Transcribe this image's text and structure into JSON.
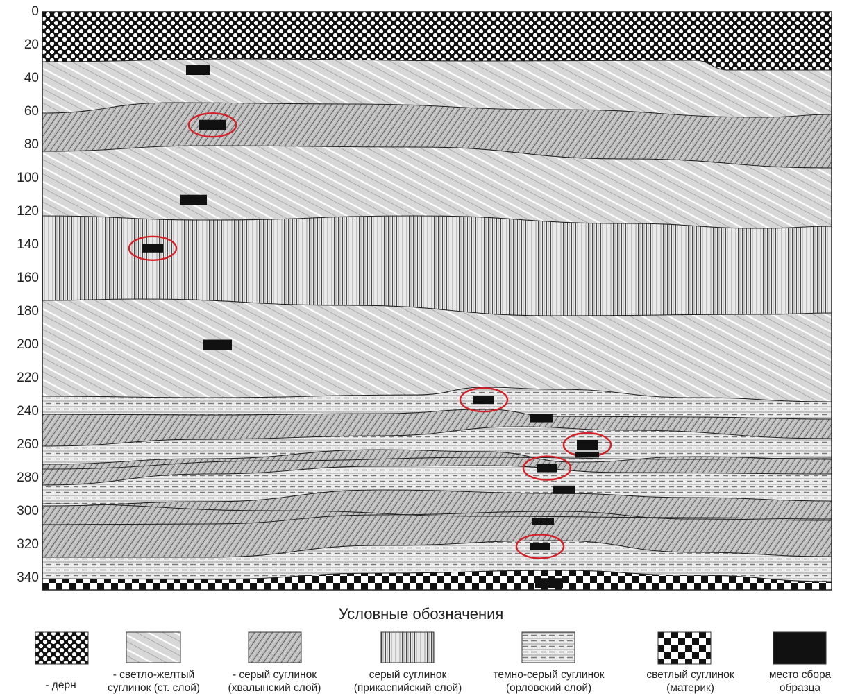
{
  "depth_axis": {
    "ticks": [
      "0",
      "20",
      "40",
      "60",
      "80",
      "100",
      "120",
      "140",
      "160",
      "180",
      "200",
      "220",
      "240",
      "260",
      "280",
      "300",
      "320",
      "340"
    ]
  },
  "layers": [
    {
      "pattern": "dots"
    },
    {
      "pattern": "light-yellow"
    },
    {
      "pattern": "gray-hvalyn"
    },
    {
      "pattern": "light-yellow"
    },
    {
      "pattern": "vertical"
    },
    {
      "pattern": "light-yellow"
    },
    {
      "pattern": "dark-gray"
    },
    {
      "pattern": "gray-hvalyn"
    },
    {
      "pattern": "dark-gray"
    },
    {
      "pattern": "gray-hvalyn"
    },
    {
      "pattern": "dark-gray"
    },
    {
      "pattern": "gray-hvalyn"
    },
    {
      "pattern": "dark-gray"
    },
    {
      "pattern": "checker"
    }
  ],
  "samples": [
    {
      "depth": 35,
      "circled": false
    },
    {
      "depth": 68,
      "circled": true
    },
    {
      "depth": 113,
      "circled": false
    },
    {
      "depth": 142,
      "circled": true
    },
    {
      "depth": 200,
      "circled": false
    },
    {
      "depth": 233,
      "circled": true
    },
    {
      "depth": 244,
      "circled": false
    },
    {
      "depth": 260,
      "circled": true
    },
    {
      "depth": 266,
      "circled": false
    },
    {
      "depth": 274,
      "circled": true
    },
    {
      "depth": 287,
      "circled": false
    },
    {
      "depth": 306,
      "circled": false
    },
    {
      "depth": 321,
      "circled": true
    },
    {
      "depth": 343,
      "circled": false
    }
  ],
  "legend": {
    "title": "Условные обозначения",
    "items": [
      {
        "pattern": "dots",
        "line1": "- дерн",
        "line2": ""
      },
      {
        "pattern": "light-yellow",
        "line1": "- светло-желтый",
        "line2": "суглинок (ст. слой)"
      },
      {
        "pattern": "gray-hvalyn",
        "line1": "- серый суглинок",
        "line2": "(хвалынский слой)"
      },
      {
        "pattern": "vertical",
        "line1": "серый суглинок",
        "line2": "(прикаспийский слой)"
      },
      {
        "pattern": "dark-gray",
        "line1": "темно-серый суглинок",
        "line2": "(орловский слой)"
      },
      {
        "pattern": "checker",
        "line1": "светлый суглинок",
        "line2": "(материк)"
      },
      {
        "pattern": "solid",
        "line1": "место сбора",
        "line2": "образца"
      }
    ]
  },
  "colors": {
    "sample": "#111111",
    "circle": "#d42027",
    "line": "#222222"
  }
}
